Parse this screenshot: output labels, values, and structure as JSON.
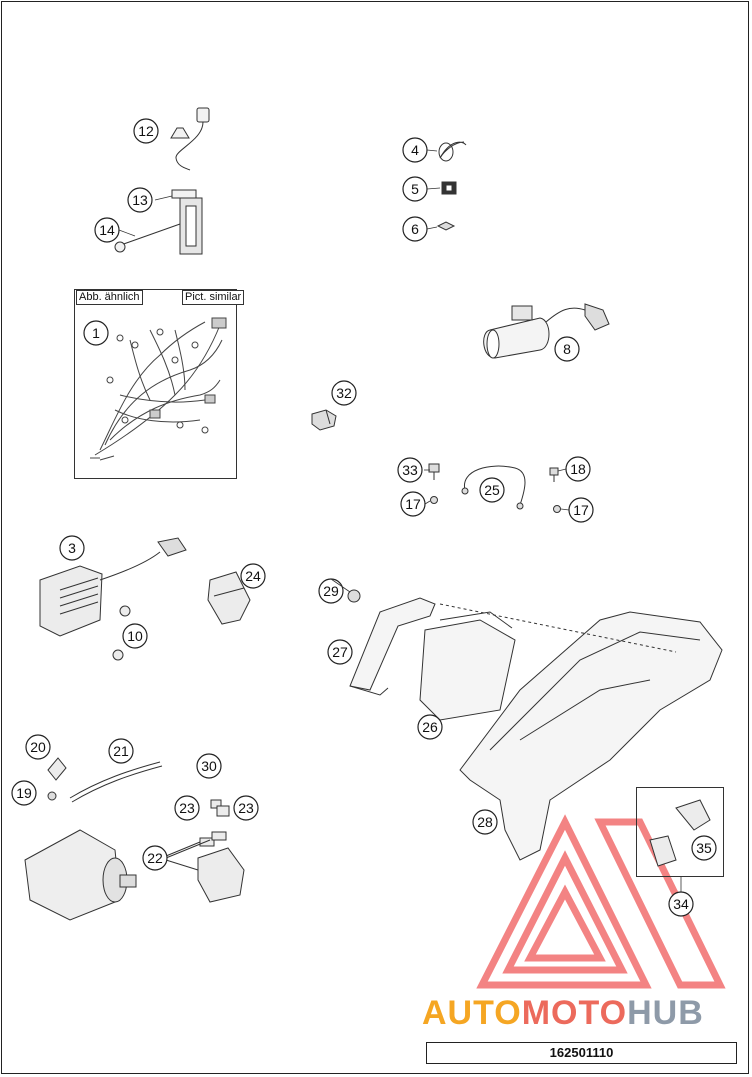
{
  "diagram": {
    "labels": {
      "similar_de": "Abb. ähnlich",
      "similar_en": "Pict. similar"
    },
    "callouts": [
      {
        "id": "c12",
        "text": "12"
      },
      {
        "id": "c13",
        "text": "13"
      },
      {
        "id": "c14",
        "text": "14"
      },
      {
        "id": "c4",
        "text": "4"
      },
      {
        "id": "c5",
        "text": "5"
      },
      {
        "id": "c6",
        "text": "6"
      },
      {
        "id": "c1",
        "text": "1"
      },
      {
        "id": "c8",
        "text": "8"
      },
      {
        "id": "c32",
        "text": "32"
      },
      {
        "id": "c33",
        "text": "33"
      },
      {
        "id": "c25",
        "text": "25"
      },
      {
        "id": "c18",
        "text": "18"
      },
      {
        "id": "c17a",
        "text": "17"
      },
      {
        "id": "c17b",
        "text": "17"
      },
      {
        "id": "c3",
        "text": "3"
      },
      {
        "id": "c24",
        "text": "24"
      },
      {
        "id": "c10",
        "text": "10"
      },
      {
        "id": "c29",
        "text": "29"
      },
      {
        "id": "c27",
        "text": "27"
      },
      {
        "id": "c26",
        "text": "26"
      },
      {
        "id": "c20",
        "text": "20"
      },
      {
        "id": "c21",
        "text": "21"
      },
      {
        "id": "c19",
        "text": "19"
      },
      {
        "id": "c30",
        "text": "30"
      },
      {
        "id": "c23a",
        "text": "23"
      },
      {
        "id": "c23b",
        "text": "23"
      },
      {
        "id": "c22",
        "text": "22"
      },
      {
        "id": "c28",
        "text": "28"
      },
      {
        "id": "c35",
        "text": "35"
      },
      {
        "id": "c34",
        "text": "34"
      }
    ],
    "document_number": "162501110"
  },
  "watermark": {
    "part1": "AUTO",
    "part2": "MOTO",
    "part3": "HUB",
    "colors": {
      "auto": "#f5a623",
      "moto": "#ec6a5c",
      "hub": "#8e9aa8",
      "triangle": "#ef5a5a"
    }
  }
}
